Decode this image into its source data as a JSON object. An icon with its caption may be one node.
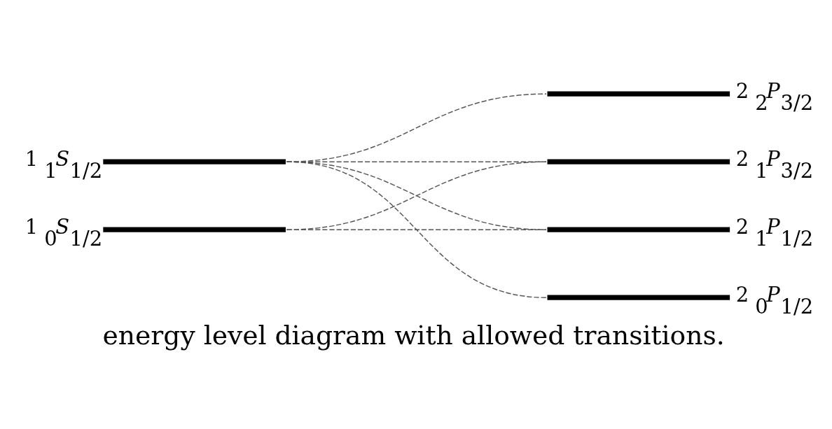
{
  "diagram": {
    "caption": "energy level diagram with allowed transitions.",
    "nodes": [
      {
        "text": [],
        "shape": "bar",
        "beside": [
          "2 $_{2}$*P*$_{3/2}$"
        ]
      },
      {
        "text": [],
        "shape": "bar",
        "beside": [
          "2 $_{1}$*P*$_{3/2}$"
        ]
      },
      {
        "text": [],
        "shape": "bar",
        "beside": [
          "2 $_{1}$*P*$_{1/2}$"
        ]
      },
      {
        "text": [],
        "shape": "bar",
        "beside": [
          "2 $_{0}$*P*$_{1/2}$"
        ]
      },
      {
        "text": [],
        "shape": "bar",
        "beside": [
          "1 $_{1}$*S*$_{1/2}$"
        ]
      },
      {
        "text": [],
        "shape": "bar",
        "beside": [
          "1 $_{0}$*S*$_{1/2}$"
        ]
      }
    ],
    "edges": [
      {
        "from": 4,
        "to": 0,
        "arrow": "none",
        "style": "dashed"
      },
      {
        "from": 4,
        "to": 1,
        "arrow": "none",
        "style": "dashed"
      },
      {
        "from": 4,
        "to": 2,
        "arrow": "none",
        "style": "dashed"
      },
      {
        "from": 4,
        "to": 3,
        "arrow": "none",
        "style": "dashed"
      },
      {
        "from": 5,
        "to": 1,
        "arrow": "none",
        "style": "dashed"
      },
      {
        "from": 5,
        "to": 2,
        "arrow": "none",
        "style": "dashed"
      }
    ]
  }
}
